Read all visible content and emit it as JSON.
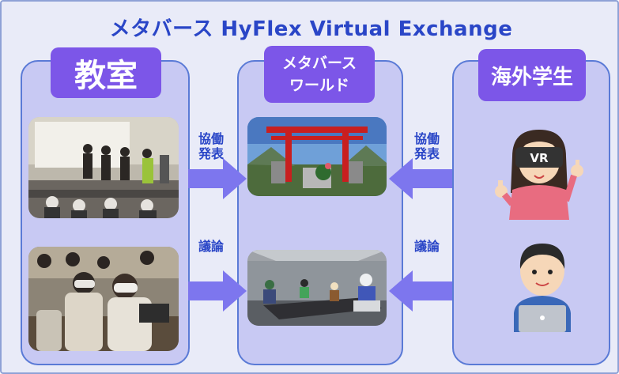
{
  "title": "メタバース HyFlex Virtual Exchange",
  "left_panel": {
    "heading": "教室"
  },
  "center_panel": {
    "heading_line1": "メタバース",
    "heading_line2": "ワールド"
  },
  "right_panel": {
    "heading": "海外学生"
  },
  "flow_labels": {
    "left_top": "協働\n発表",
    "left_bottom": "議論",
    "right_top": "協働\n発表",
    "right_bottom": "議論"
  },
  "illustrations": {
    "vr_headset_text": "VR"
  },
  "colors": {
    "title": "#2a46c7",
    "header_bg": "#7c56e8",
    "panel_bg": "#c8c9f3",
    "arrow": "#7d76ee"
  }
}
